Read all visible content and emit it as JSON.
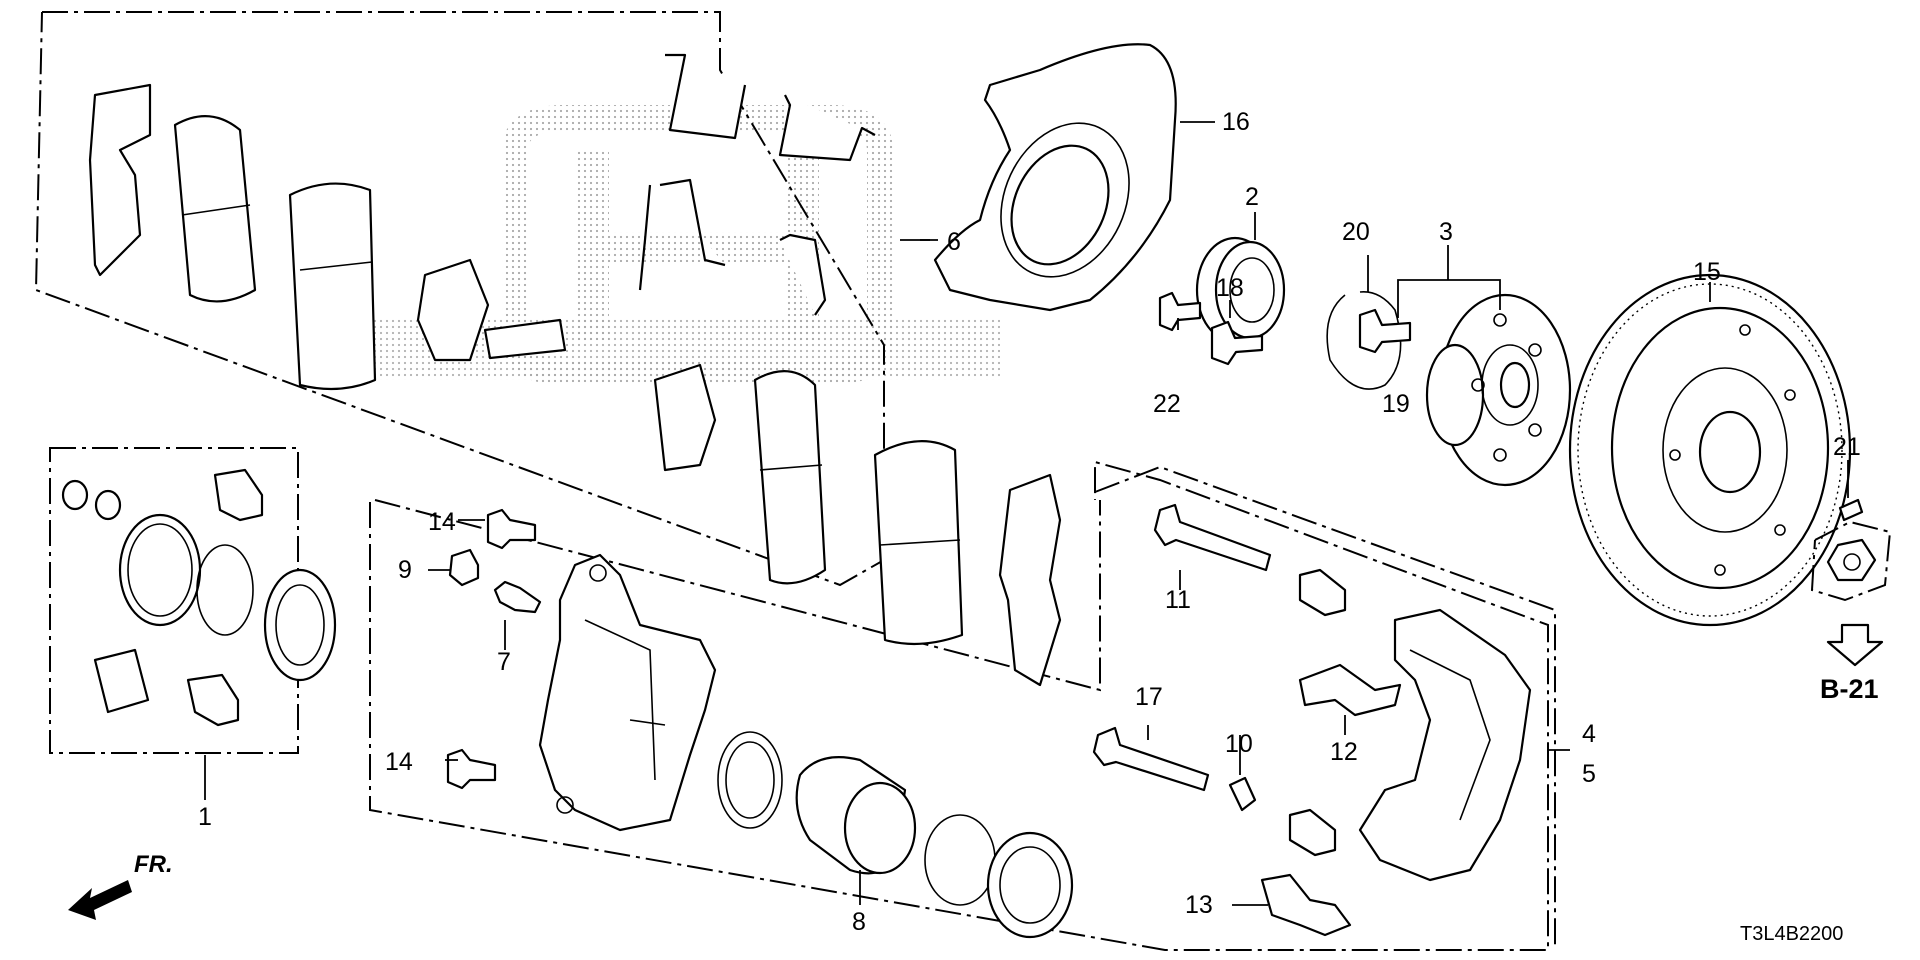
{
  "diagram": {
    "part_callouts": [
      "1",
      "2",
      "3",
      "4",
      "5",
      "6",
      "7",
      "8",
      "9",
      "10",
      "11",
      "12",
      "13",
      "14",
      "14",
      "15",
      "16",
      "17",
      "18",
      "19",
      "20",
      "21",
      "22"
    ],
    "reference_label": "B-21",
    "direction_label": "FR.",
    "diagram_code": "T3L4B2200",
    "watermark": "HONDA"
  }
}
